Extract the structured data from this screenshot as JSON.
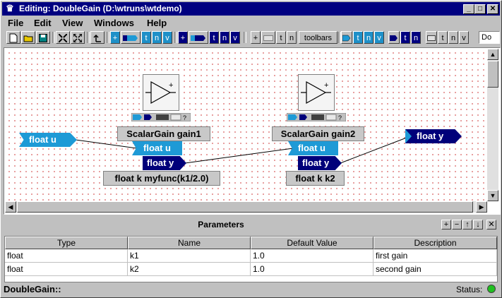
{
  "window": {
    "title": "Editing:  DoubleGain  (D:\\wtruns\\wtdemo)",
    "controls": [
      "minimize-icon",
      "maximize-icon",
      "close-icon"
    ]
  },
  "menu": [
    "File",
    "Edit",
    "View",
    "Windows",
    "Help"
  ],
  "toolbar": {
    "t_label": "t",
    "n_label": "n",
    "v_label": "v",
    "toolbars_label": "toolbars",
    "plus_label": "+",
    "combo_text": "Do"
  },
  "diagram": {
    "input_port": "float u",
    "output_port": "float y",
    "blocks": [
      {
        "name": "ScalarGain  gain1",
        "in_port": "float u",
        "out_port": "float y",
        "param": "float k myfunc(k1/2.0)"
      },
      {
        "name": "ScalarGain  gain2",
        "in_port": "float u",
        "out_port": "float y",
        "param": "float k k2"
      }
    ]
  },
  "parameters": {
    "title": "Parameters",
    "columns": [
      "Type",
      "Name",
      "Default Value",
      "Description"
    ],
    "rows": [
      [
        "float",
        "k1",
        "1.0",
        "first gain"
      ],
      [
        "float",
        "k2",
        "1.0",
        "second gain"
      ]
    ]
  },
  "status": {
    "path": "DoubleGain::",
    "label": "Status:",
    "indicator_color": "#20c020"
  },
  "colors": {
    "title_bar": "#000080",
    "port_light": "#1e9ad6",
    "port_dark": "#00007a",
    "canvas_dots": "#e08080"
  }
}
